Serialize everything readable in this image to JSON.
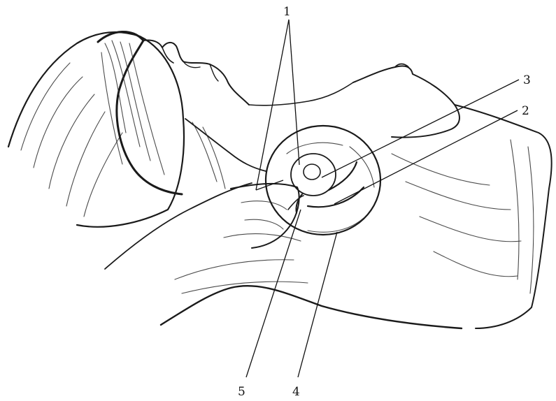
{
  "figure": {
    "labels": {
      "l1": "1",
      "l2": "2",
      "l3": "3",
      "l4": "4",
      "l5": "5"
    },
    "ink_color": "#1a1a1a",
    "background": "#ffffff"
  }
}
